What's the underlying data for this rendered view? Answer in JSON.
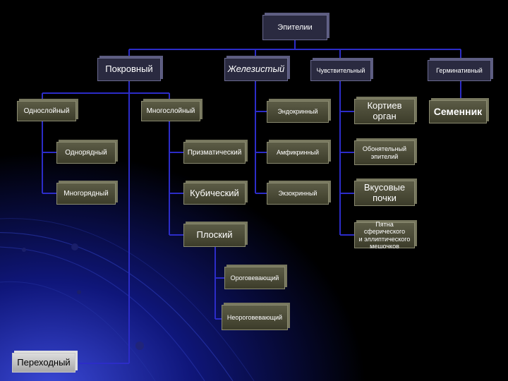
{
  "nodes": {
    "root": "Эпителии",
    "pokrovny": "Покровный",
    "zhelezisty": "Железистый",
    "chuvstvitelny": "Чувствительный",
    "germinativny": "Герминативный",
    "odnosloyny": "Однослойный",
    "mnogosloyny": "Многослойный",
    "endokrinny": "Эндокринный",
    "kortiev": "Кортиев\nорган",
    "semennik": "Семенник",
    "odnoryadny": "Однорядный",
    "prizmatichesky": "Призматический",
    "amfikrinny": "Амфикринный",
    "obonyatelny": "Обонятельный\nэпителий",
    "mnogoryadny": "Многорядный",
    "kubichesky": "Кубический",
    "ekzokrinny": "Экзокринный",
    "vkusovye": "Вкусовые\nпочки",
    "plosky": "Плоский",
    "pyatna": "Пятна сферического\nи эллиптического\nмешочков",
    "orogovevayushchy": "Ороговевающий",
    "neorogovevayushchy": "Неороговевающий",
    "perekhodny": "Переходный"
  },
  "colors": {
    "background": "#000000",
    "connector": "#2c2cc8",
    "navy_box": "#2a2a40",
    "olive_box": "#4a4a36",
    "gray_box": "#c0c0c0"
  }
}
